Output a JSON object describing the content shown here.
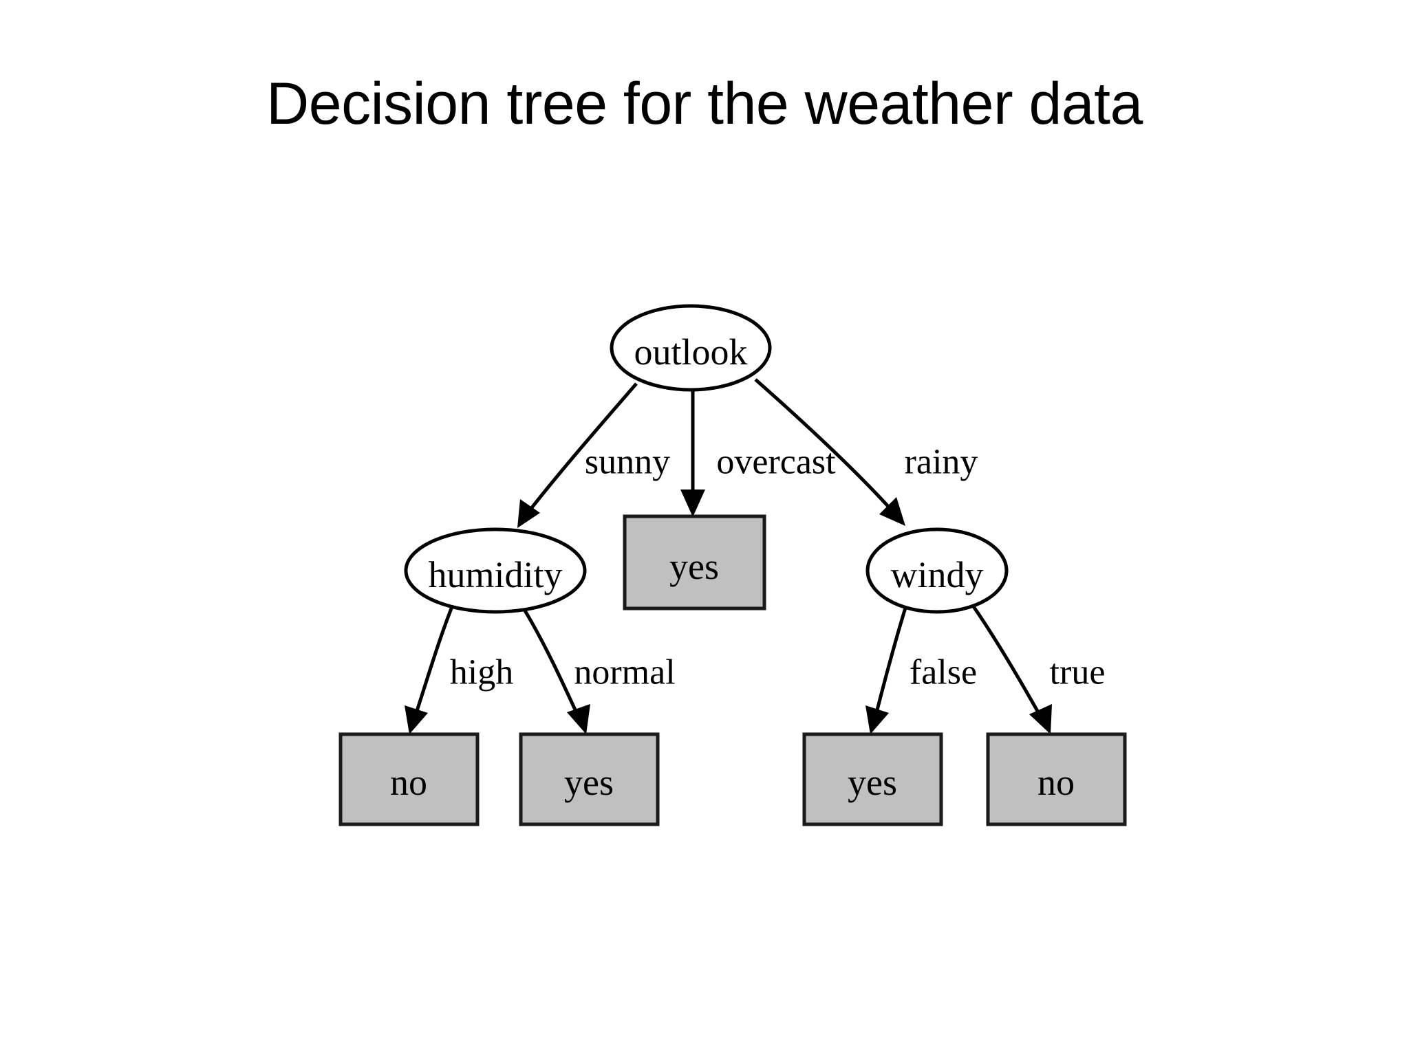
{
  "slide": {
    "title": "Decision tree for the weather data",
    "background_color": "#ffffff",
    "title_color": "#000000"
  },
  "style": {
    "leaf_fill": "#c0c0c0",
    "node_fill": "#ffffff",
    "stroke": "#000000"
  },
  "diagram": {
    "type": "decision-tree",
    "root": "outlook",
    "nodes": {
      "root": {
        "label": "outlook",
        "shape": "ellipse"
      },
      "humidity": {
        "label": "humidity",
        "shape": "ellipse"
      },
      "overcast_leaf": {
        "label": "yes",
        "shape": "rect"
      },
      "windy": {
        "label": "windy",
        "shape": "ellipse"
      },
      "high_leaf": {
        "label": "no",
        "shape": "rect"
      },
      "normal_leaf": {
        "label": "yes",
        "shape": "rect"
      },
      "false_leaf": {
        "label": "yes",
        "shape": "rect"
      },
      "true_leaf": {
        "label": "no",
        "shape": "rect"
      }
    },
    "edges": {
      "sunny": "sunny",
      "overcast": "overcast",
      "rainy": "rainy",
      "high": "high",
      "normal": "normal",
      "false": "false",
      "true": "true"
    }
  }
}
